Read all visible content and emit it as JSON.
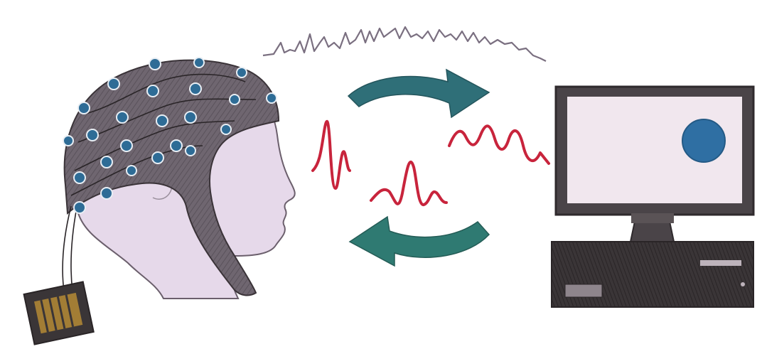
{
  "illustration": {
    "colors": {
      "background": "#ffffff",
      "skin": "#e6d9ea",
      "cap": "#6f6670",
      "electrode": "#2e6c96",
      "wire": "#2a2528",
      "signal_red": "#c8243c",
      "arrow_teal": "#2f6f78",
      "eeg_trace": "#7a6f80",
      "monitor_frame": "#4a4448",
      "screen": "#f1e7ee",
      "screen_dot": "#2f6fa3",
      "computer_base": "#3a3537"
    },
    "icons": [
      "eeg-cap-head",
      "amplifier-box",
      "eeg-trace",
      "feedback-arrow",
      "brain-signal",
      "computer-monitor",
      "keyboard-base"
    ]
  }
}
